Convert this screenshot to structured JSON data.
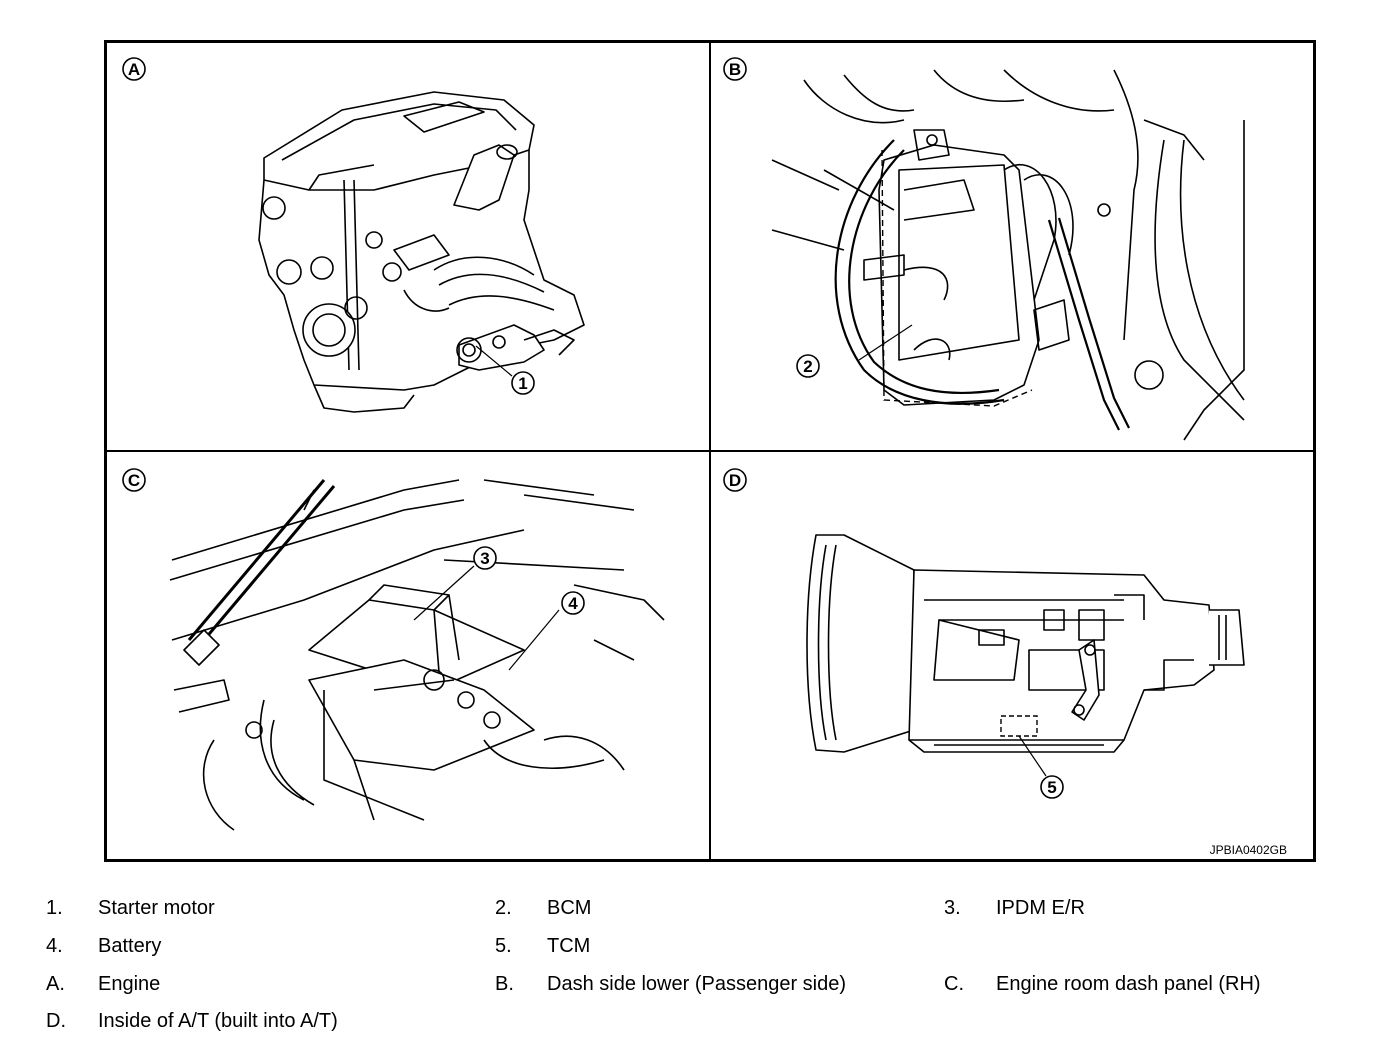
{
  "figure": {
    "panels": [
      {
        "id": "A",
        "label": "A"
      },
      {
        "id": "B",
        "label": "B"
      },
      {
        "id": "C",
        "label": "C"
      },
      {
        "id": "D",
        "label": "D"
      }
    ],
    "callouts": [
      "1",
      "2",
      "3",
      "4",
      "5"
    ],
    "reference_code": "JPBIA0402GB"
  },
  "legend": {
    "rows": [
      [
        {
          "key": "1.",
          "text": "Starter motor"
        },
        {
          "key": "2.",
          "text": "BCM"
        },
        {
          "key": "3.",
          "text": "IPDM E/R"
        }
      ],
      [
        {
          "key": "4.",
          "text": "Battery"
        },
        {
          "key": "5.",
          "text": "TCM"
        }
      ],
      [
        {
          "key": "A.",
          "text": "Engine"
        },
        {
          "key": "B.",
          "text": "Dash side lower (Passenger side)"
        },
        {
          "key": "C.",
          "text": "Engine room dash panel (RH)"
        }
      ],
      [
        {
          "key": "D.",
          "text": "Inside of A/T (built into A/T)"
        }
      ]
    ]
  }
}
